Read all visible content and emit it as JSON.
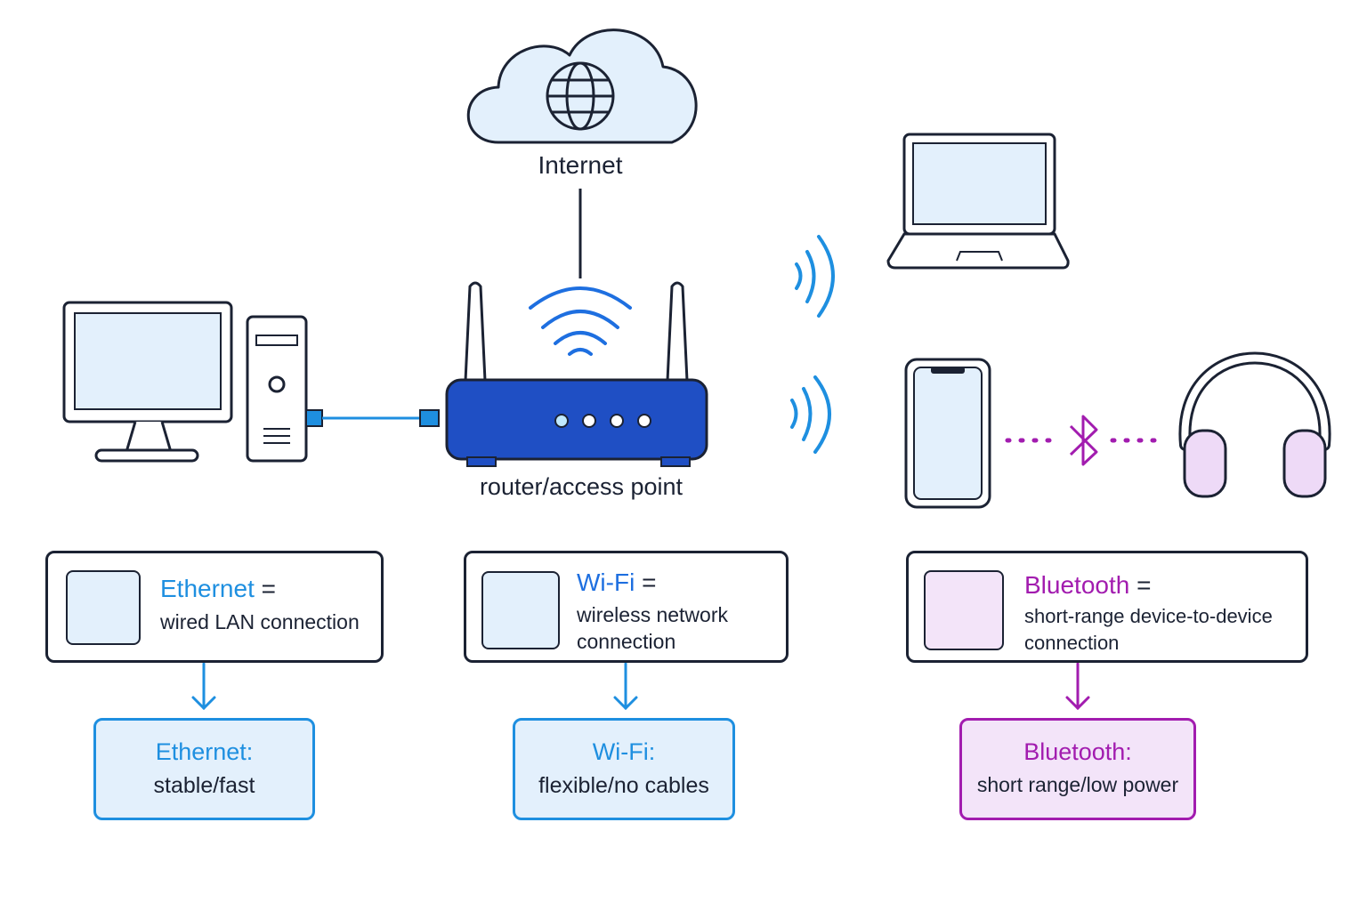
{
  "colors": {
    "ink": "#1b2233",
    "router_blue": "#1f4fc4",
    "wifi_blue": "#1e6fe0",
    "ethernet_blue": "#1e8fe0",
    "bluetooth_purple": "#a21caf",
    "light_blue_fill": "#e3f0fc",
    "light_purple_fill": "#f3e4f9"
  },
  "cloud": {
    "label": "Internet",
    "icon": "globe-icon"
  },
  "router": {
    "label": "router/access point",
    "icon": "router-icon"
  },
  "devices": [
    "desktop-monitor-icon",
    "pc-tower-icon",
    "laptop-icon",
    "smartphone-icon",
    "headphones-icon"
  ],
  "cards": {
    "ethernet": {
      "title": "Ethernet",
      "eq": " =",
      "desc": "wired LAN connection",
      "icon": "ethernet-port-icon"
    },
    "wifi": {
      "title": "Wi-Fi",
      "eq": " =",
      "desc_line1": "wireless network",
      "desc_line2": "connection",
      "icon": "wifi-icon"
    },
    "bluetooth": {
      "title": "Bluetooth",
      "eq": " =",
      "desc_line1": "short-range device-to-device",
      "desc_line2": "connection",
      "icon": "bluetooth-icon"
    }
  },
  "summaries": {
    "ethernet": {
      "title": "Ethernet:",
      "text": "stable/fast"
    },
    "wifi": {
      "title": "Wi-Fi:",
      "text": "flexible/no cables"
    },
    "bluetooth": {
      "title": "Bluetooth:",
      "text": "short range/low power"
    }
  }
}
